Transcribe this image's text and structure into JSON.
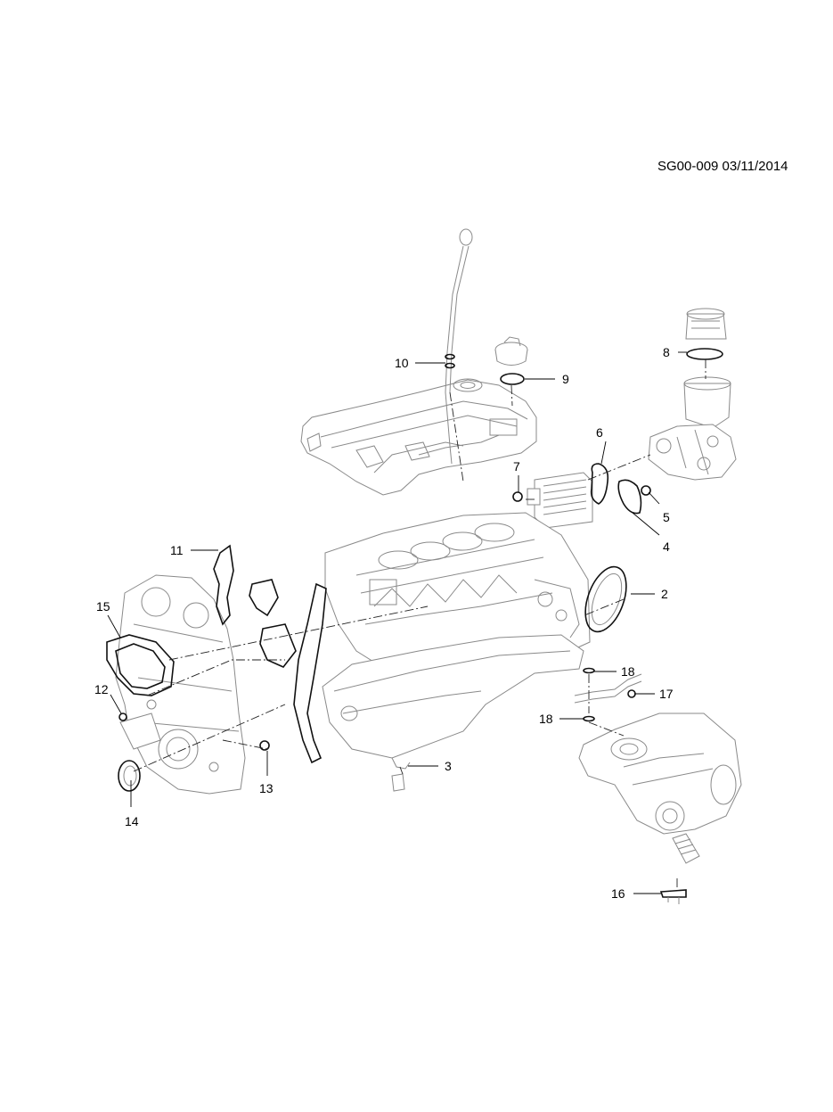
{
  "reference": "SG00-009 03/11/2014",
  "callouts": {
    "c2": "2",
    "c3": "3",
    "c4": "4",
    "c5": "5",
    "c6": "6",
    "c7": "7",
    "c8": "8",
    "c9": "9",
    "c10": "10",
    "c11": "11",
    "c12": "12",
    "c13": "13",
    "c14": "14",
    "c15": "15",
    "c16": "16",
    "c17": "17",
    "c18a": "18",
    "c18b": "18"
  },
  "colors": {
    "part_outline": "#8a8a8a",
    "gasket_line": "#111111",
    "leader_line": "#000000"
  }
}
